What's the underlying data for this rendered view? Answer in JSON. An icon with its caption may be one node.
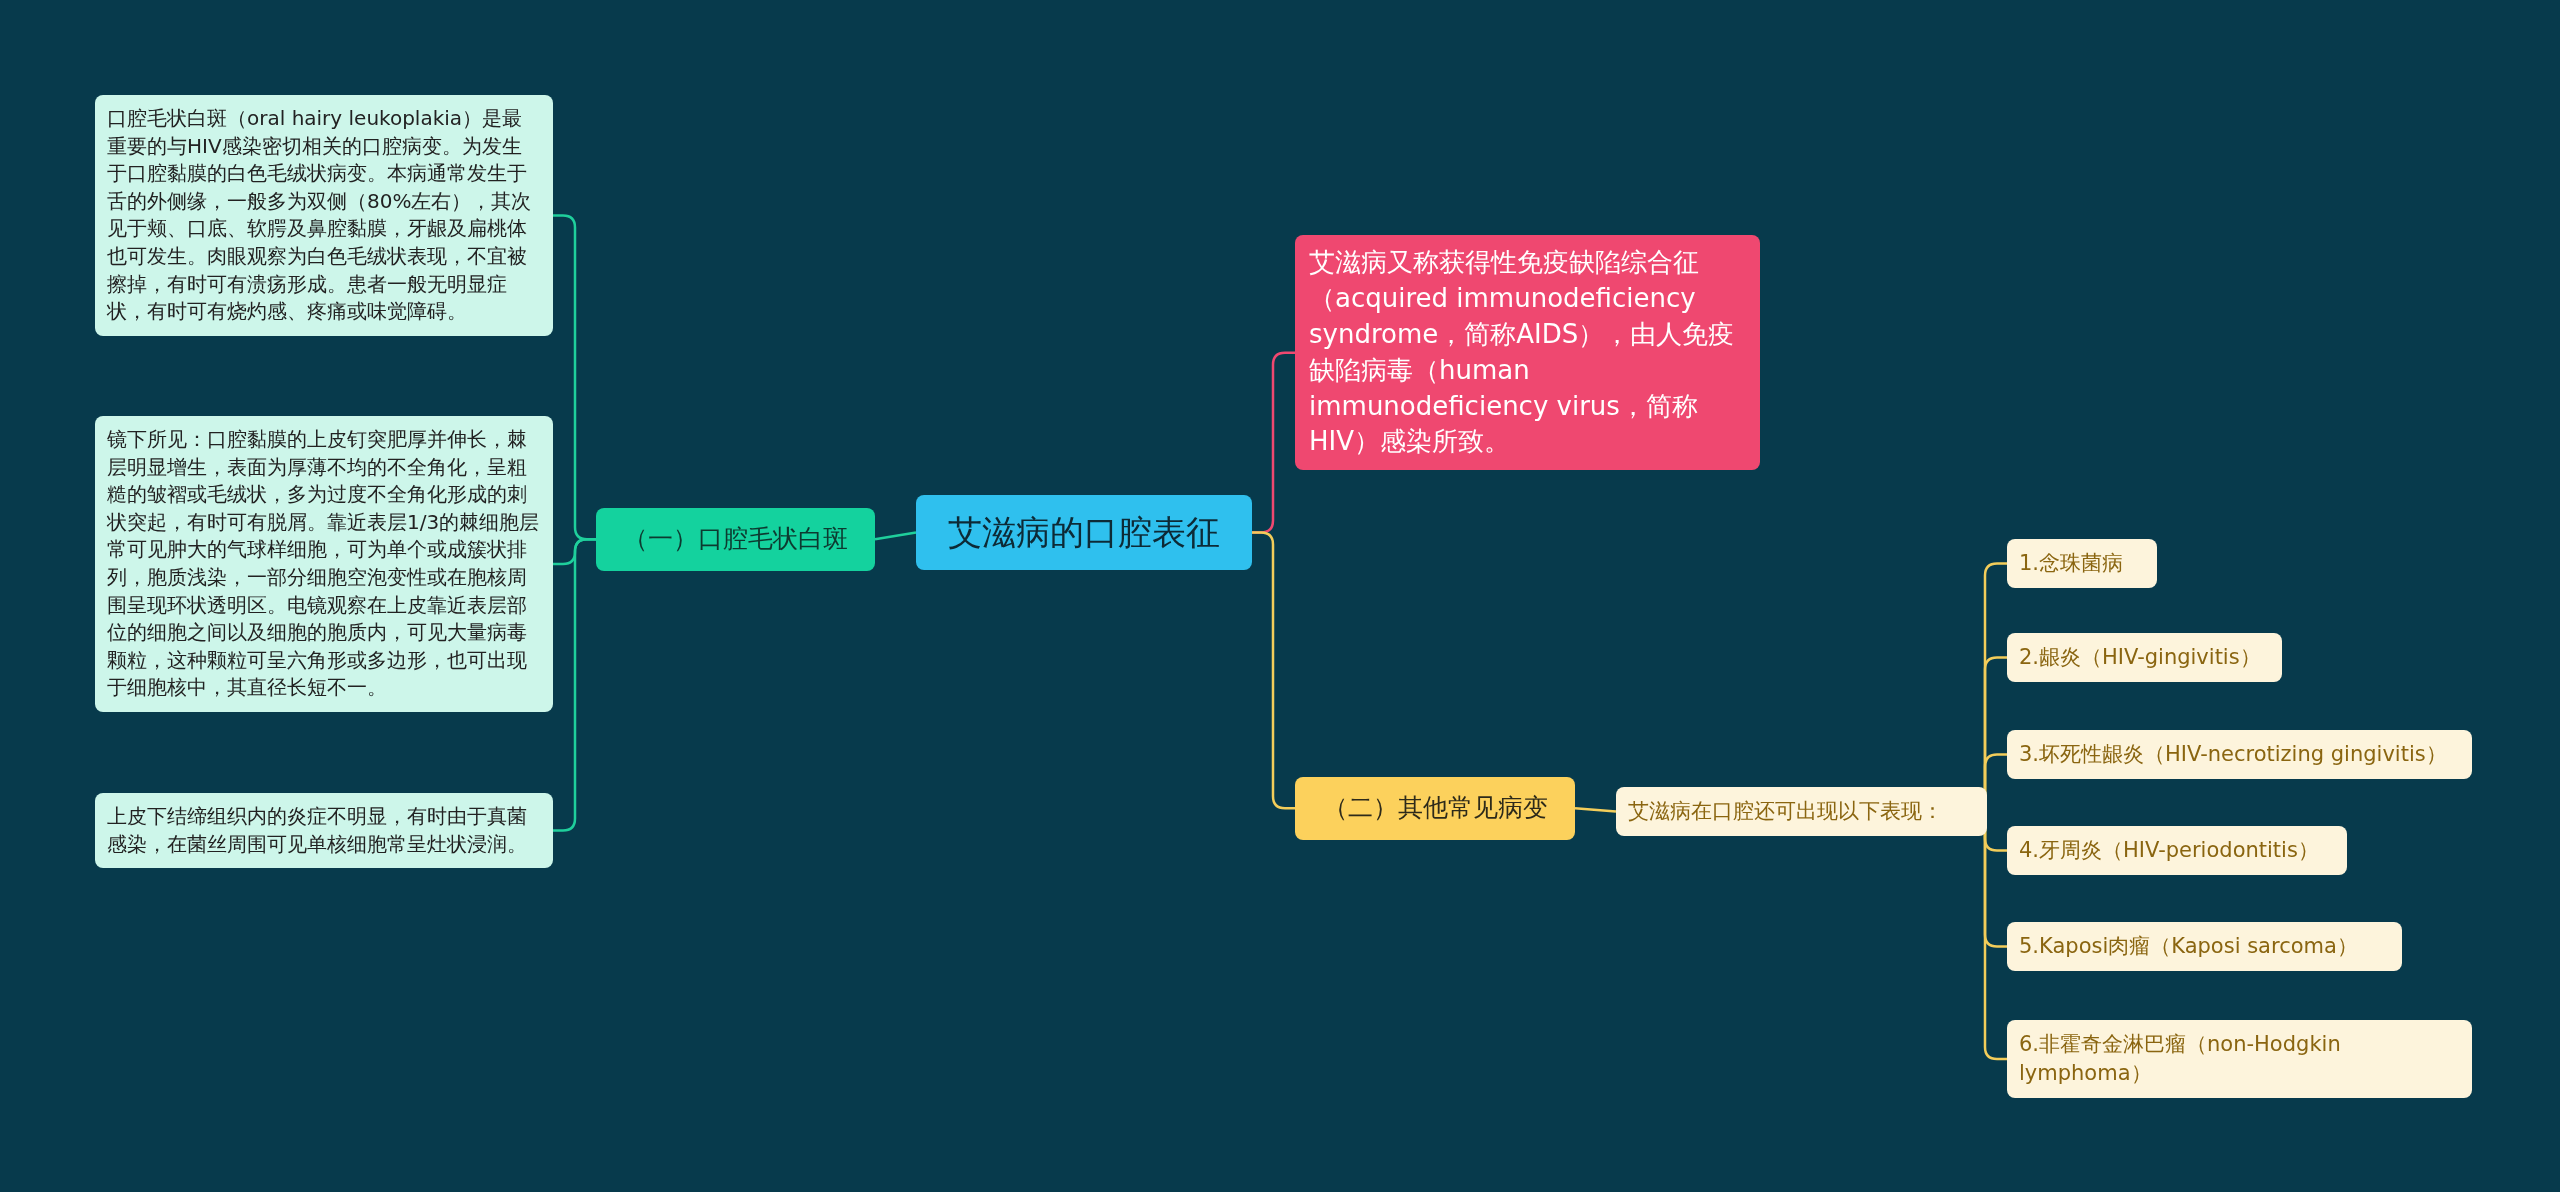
{
  "diagram": {
    "nodes": [
      {
        "text": [
          "艾滋病的口腔表征"
        ]
      },
      {
        "text": [
          "（一）口腔毛状白斑"
        ]
      },
      {
        "text": [
          "口腔毛状白斑（oral hairy leukoplakia）是最重要的与HIV感染密切相关的口腔病变。为发生于口腔黏膜的白色毛绒状病变。本病通常发生于舌的外侧缘，一般多为双侧（80%左右），其次见于颊、口底、软腭及鼻腔黏膜，牙龈及扁桃体也可发生。肉眼观察为白色毛绒状表现，不宜被擦掉，有时可有溃疡形成。患者一般无明显症状，有时可有烧灼感、疼痛或味觉障碍。"
        ]
      },
      {
        "text": [
          "镜下所见：口腔黏膜的上皮钉突肥厚并伸长，棘层明显增生，表面为厚薄不均的不全角化，呈粗糙的皱褶或毛绒状，多为过度不全角化形成的刺状突起，有时可有脱屑。靠近表层1/3的棘细胞层常可见肿大的气球样细胞，可为单个或成簇状排列，胞质浅染，一部分细胞空泡变性或在胞核周围呈现环状透明区。电镜观察在上皮靠近表层部位的细胞之间以及细胞的胞质内，可见大量病毒颗粒，这种颗粒可呈六角形或多边形，也可出现于细胞核中，其直径长短不一。"
        ]
      },
      {
        "text": [
          "上皮下结缔组织内的炎症不明显，有时由于真菌感染，在菌丝周围可见单核细胞常呈灶状浸润。"
        ]
      },
      {
        "text": [
          "艾滋病又称获得性免疫缺陷综合征（acquired immunodeficiency syndrome，简称AIDS），由人免疫缺陷病毒（human immunodeficiency virus，简称HIV）感染所致。"
        ]
      },
      {
        "text": [
          "（二）其他常见病变"
        ]
      },
      {
        "text": [
          "艾滋病在口腔还可出现以下表现："
        ]
      },
      {
        "text": [
          "1.念珠菌病"
        ]
      },
      {
        "text": [
          "2.龈炎（HIV-gingivitis）"
        ]
      },
      {
        "text": [
          "3.坏死性龈炎（HIV-necrotizing gingivitis）"
        ]
      },
      {
        "text": [
          "4.牙周炎（HIV-periodontitis）"
        ]
      },
      {
        "text": [
          "5.Kaposi肉瘤（Kaposi sarcoma）"
        ]
      },
      {
        "text": [
          "6.非霍奇金淋巴瘤（non-Hodgkin lymphoma）"
        ]
      }
    ],
    "edges": [
      {
        "from": 0,
        "to": 1,
        "arrow": "none",
        "color": "#1fcf9c"
      },
      {
        "from": 1,
        "to": 2,
        "arrow": "none",
        "color": "#1fcf9c"
      },
      {
        "from": 1,
        "to": 3,
        "arrow": "none",
        "color": "#1fcf9c"
      },
      {
        "from": 1,
        "to": 4,
        "arrow": "none",
        "color": "#1fcf9c"
      },
      {
        "from": 0,
        "to": 5,
        "arrow": "none",
        "color": "#ef4870"
      },
      {
        "from": 0,
        "to": 6,
        "arrow": "none"
      },
      {
        "from": 6,
        "to": 7,
        "arrow": "none"
      },
      {
        "from": 7,
        "to": 8,
        "arrow": "none"
      },
      {
        "from": 7,
        "to": 9,
        "arrow": "none"
      },
      {
        "from": 7,
        "to": 10,
        "arrow": "none"
      },
      {
        "from": 7,
        "to": 11,
        "arrow": "none"
      },
      {
        "from": 7,
        "to": 12,
        "arrow": "none"
      },
      {
        "from": 7,
        "to": 13,
        "arrow": "none"
      }
    ]
  }
}
